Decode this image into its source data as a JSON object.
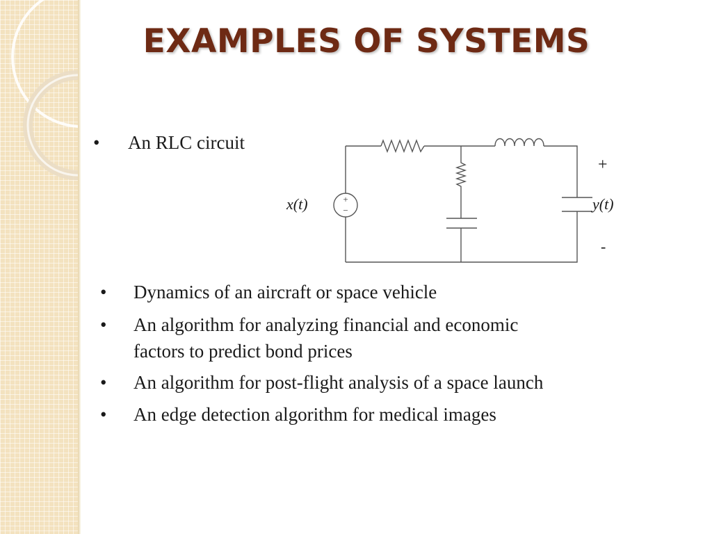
{
  "slide": {
    "title": "EXAMPLES OF SYSTEMS"
  },
  "first_bullet": {
    "marker": "•",
    "text": "An RLC circuit"
  },
  "circuit": {
    "input_label": "x(t)",
    "output_label": "y(t)",
    "plus_label": "+",
    "minus_label": "-",
    "source_plus": "+",
    "source_minus": "−"
  },
  "bullets": [
    {
      "marker": "•",
      "lines": [
        "Dynamics of an aircraft or space vehicle"
      ]
    },
    {
      "marker": "•",
      "lines": [
        "An algorithm for analyzing financial and economic",
        "factors to predict bond prices"
      ]
    },
    {
      "marker": "•",
      "lines": [
        "An algorithm for post-flight analysis of a space launch"
      ]
    },
    {
      "marker": "•",
      "lines": [
        "An edge detection algorithm for medical images"
      ]
    }
  ],
  "theme": {
    "title_color": "#6e2a14",
    "sidebar_color": "#f3e2bf"
  }
}
